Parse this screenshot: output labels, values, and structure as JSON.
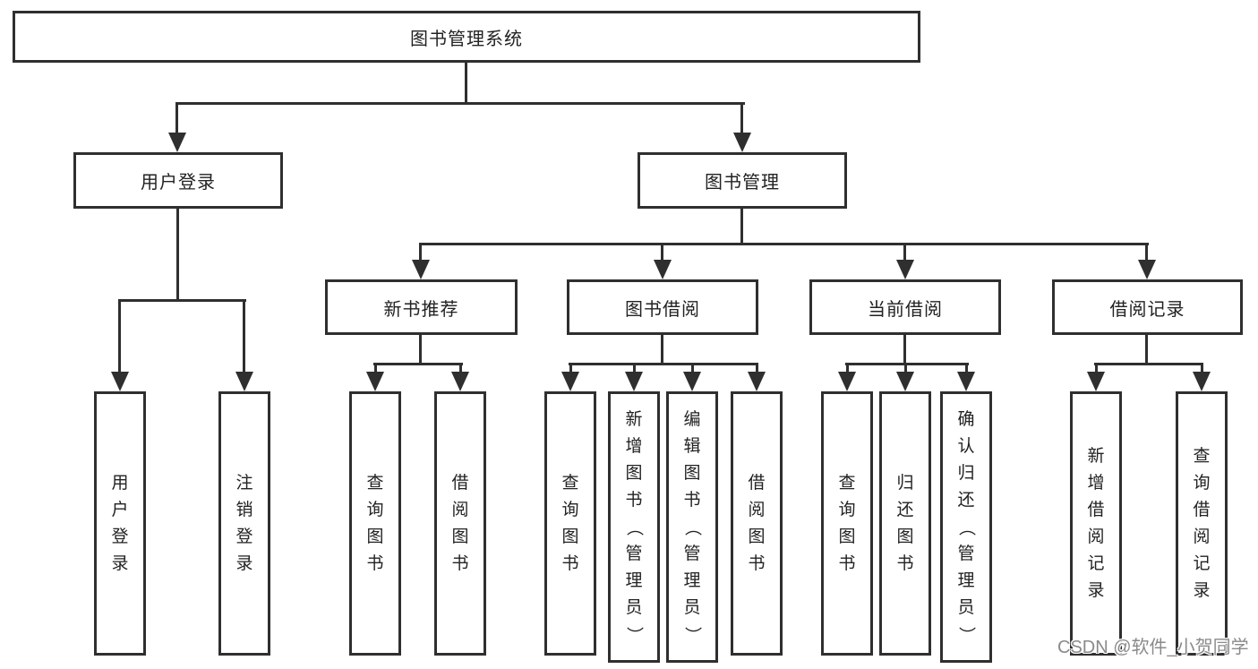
{
  "colors": {
    "line": "#2f2f2f",
    "border": "#2f2f2f",
    "text": "#222222",
    "background": "#ffffff",
    "watermark": "#8a8a8a"
  },
  "nodes": {
    "root": "图书管理系统",
    "user_login": "用户登录",
    "book_mgmt": "图书管理",
    "new_book_rec": "新书推荐",
    "book_borrow": "图书借阅",
    "current_borrow": "当前借阅",
    "borrow_record": "借阅记录",
    "g1_login": "用户登录",
    "g1_logout": "注销登录",
    "g2_query": "查询图书",
    "g2_borrow": "借阅图书",
    "g3_query": "查询图书",
    "g3_add": "新增图书（管理员）",
    "g3_edit": "编辑图书（管理员）",
    "g3_borrow": "借阅图书",
    "g4_query": "查询图书",
    "g4_return": "归还图书",
    "g4_confirm": "确认归还（管理员）",
    "g5_add": "新增借阅记录",
    "g5_query": "查询借阅记录"
  },
  "watermark": "CSDN @软件_小贺同学"
}
